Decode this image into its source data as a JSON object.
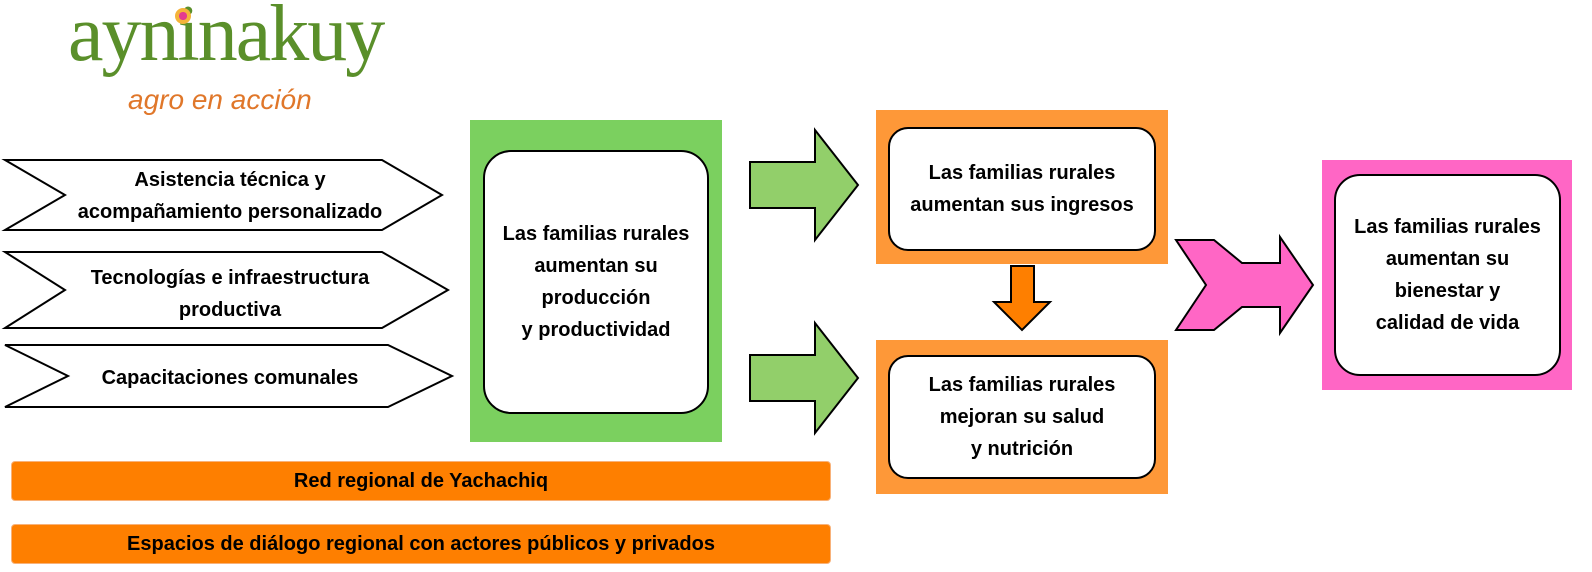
{
  "logo": {
    "name": "ayninakuy",
    "tagline": "agro en acción"
  },
  "inputs": [
    {
      "line1": "Asistencia técnica y",
      "line2": "acompañamiento personalizado"
    },
    {
      "line1": "Tecnologías e infraestructura",
      "line2": "productiva"
    },
    {
      "line1": "Capacitaciones comunales",
      "line2": ""
    }
  ],
  "production_box": {
    "line1": "Las familias rurales",
    "line2": "aumentan su",
    "line3": "producción",
    "line4": "y productividad"
  },
  "income_box": {
    "line1": "Las familias rurales",
    "line2": "aumentan sus ingresos"
  },
  "health_box": {
    "line1": "Las familias rurales",
    "line2": "mejoran su salud",
    "line3": "y nutrición"
  },
  "wellbeing_box": {
    "line1": "Las familias rurales",
    "line2": "aumentan su",
    "line3": "bienestar y",
    "line4": "calidad de vida"
  },
  "bars": {
    "network": "Red regional de Yachachiq",
    "dialogue": "Espacios de diálogo regional con actores públicos y privados"
  },
  "colors": {
    "green_panel": "#7bd05f",
    "green_arrow": "#92cf6a",
    "orange_panel": "#fe9838",
    "orange_arrow": "#fe7f00",
    "pink_panel": "#ff66c5",
    "pink_arrow": "#ff66c5",
    "logo_green": "#5a8f2a",
    "logo_orange": "#e0772a"
  }
}
